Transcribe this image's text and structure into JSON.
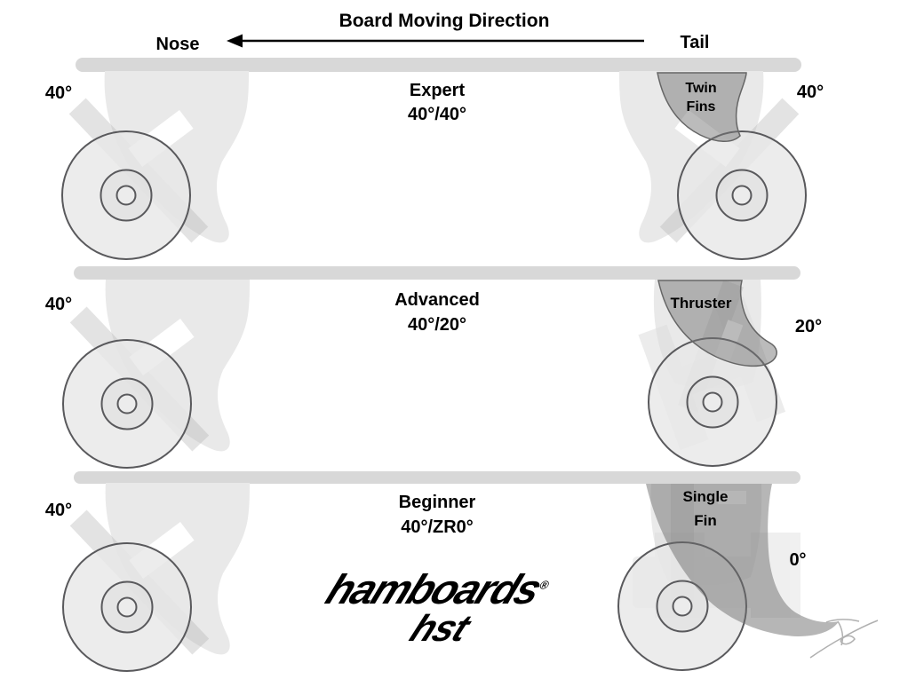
{
  "header": {
    "title": "Board Moving Direction",
    "nose": "Nose",
    "tail": "Tail"
  },
  "sections": [
    {
      "level": "Expert",
      "setup": "40°/40°",
      "front_angle": "40°",
      "rear_angle": "40°",
      "fin_line1": "Twin",
      "fin_line2": "Fins"
    },
    {
      "level": "Advanced",
      "setup": "40°/20°",
      "front_angle": "40°",
      "rear_angle": "20°",
      "fin_line1": "Thruster",
      "fin_line2": ""
    },
    {
      "level": "Beginner",
      "setup": "40°/ZR0°",
      "front_angle": "40°",
      "rear_angle": "0°",
      "fin_line1": "Single",
      "fin_line2": "Fin"
    }
  ],
  "brand": {
    "logo": "hamboards",
    "registered": "®",
    "sub_logo": "hst"
  },
  "colors": {
    "deck": "#d8d8d8",
    "truck_silhouette": "#e9e9e9",
    "wheel_fill": "#e8e8e8",
    "wheel_stroke": "#59595c",
    "fin_fill": "#bcbcbc",
    "fin_stroke": "#666666",
    "text": "#000000",
    "signature": "#b0b0b0"
  }
}
